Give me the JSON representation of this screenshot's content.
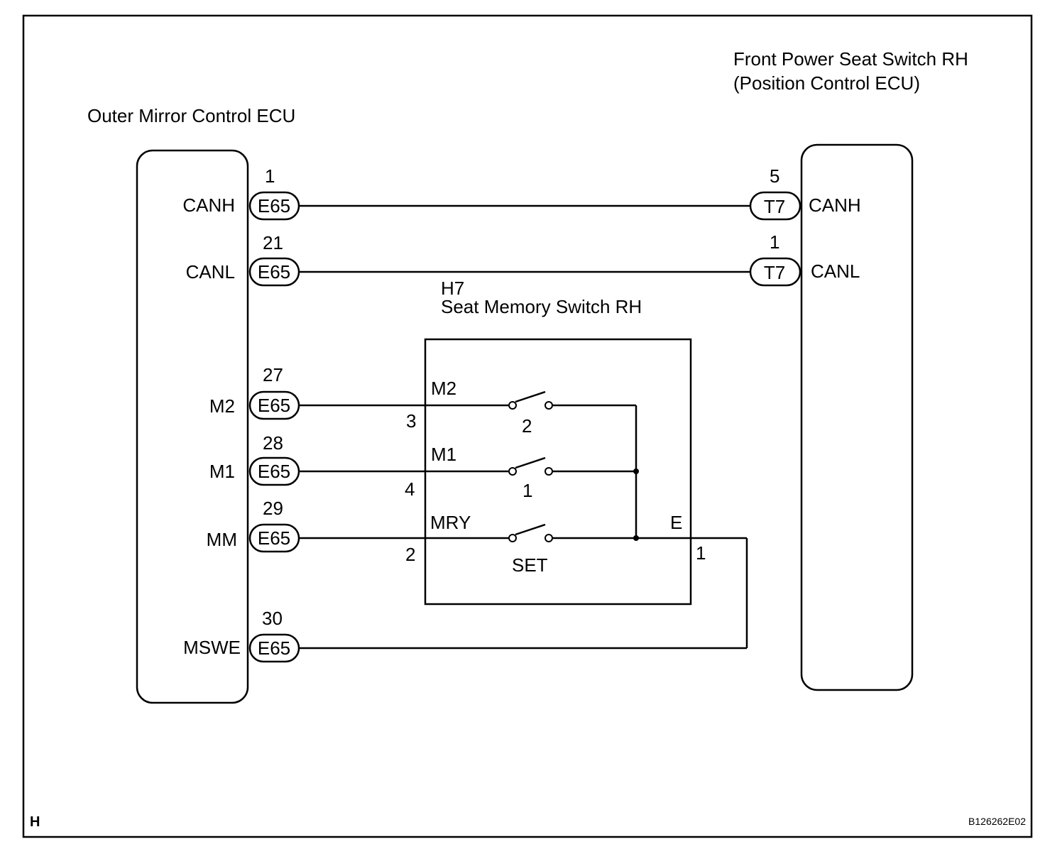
{
  "left_ecu": {
    "title": "Outer Mirror Control ECU"
  },
  "right_ecu": {
    "title_line1": "Front Power Seat Switch RH",
    "title_line2": "(Position Control ECU)"
  },
  "switch_block": {
    "id": "H7",
    "title": "Seat Memory Switch RH"
  },
  "left_terminals": [
    {
      "label": "CANH",
      "pin": "1",
      "connector": "E65"
    },
    {
      "label": "CANL",
      "pin": "21",
      "connector": "E65"
    },
    {
      "label": "M2",
      "pin": "27",
      "connector": "E65"
    },
    {
      "label": "M1",
      "pin": "28",
      "connector": "E65"
    },
    {
      "label": "MM",
      "pin": "29",
      "connector": "E65"
    },
    {
      "label": "MSWE",
      "pin": "30",
      "connector": "E65"
    }
  ],
  "right_terminals": [
    {
      "label": "CANH",
      "pin": "5",
      "connector": "T7"
    },
    {
      "label": "CANL",
      "pin": "1",
      "connector": "T7"
    }
  ],
  "switch_inputs": [
    {
      "signal": "M2",
      "pin": "3",
      "switch": "2"
    },
    {
      "signal": "M1",
      "pin": "4",
      "switch": "1"
    },
    {
      "signal": "MRY",
      "pin": "2",
      "switch": "SET"
    }
  ],
  "switch_output": {
    "signal": "E",
    "pin": "1"
  },
  "corner_letter": "H",
  "figure_code": "B126262E02"
}
